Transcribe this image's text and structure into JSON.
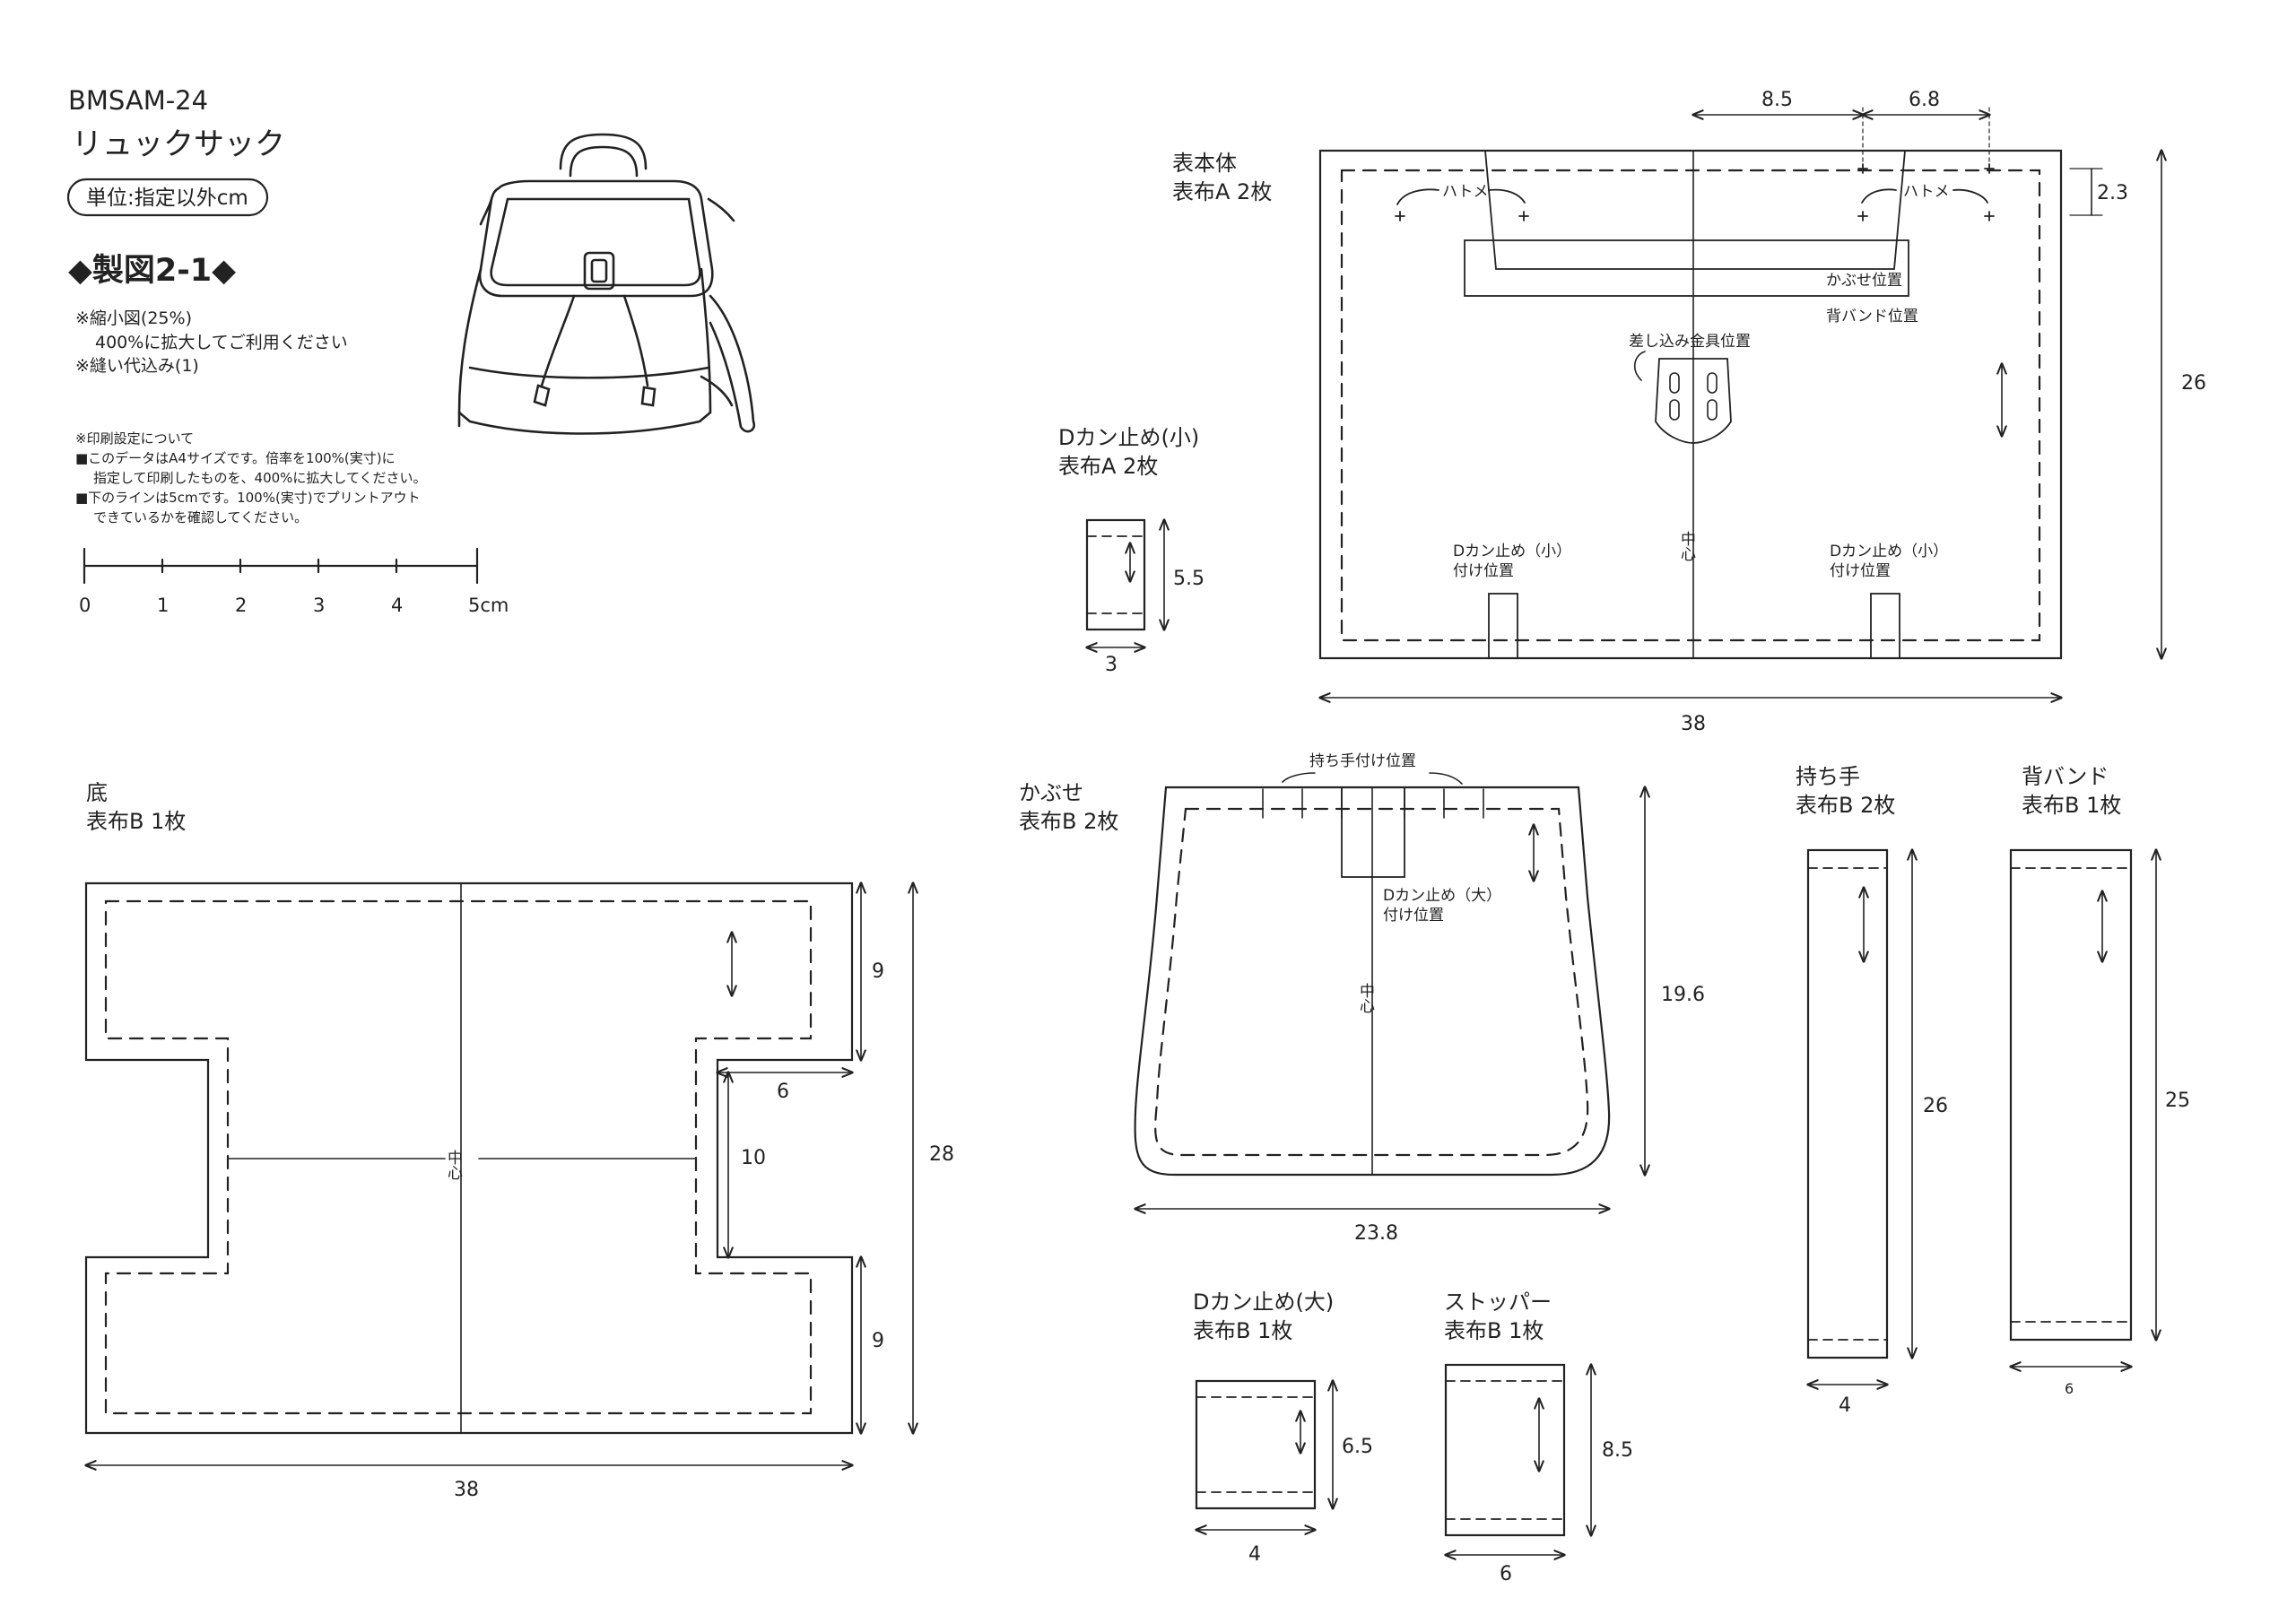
{
  "header": {
    "code": "BMSAM-24",
    "title": "リュックサック",
    "unit_badge": "単位:指定以外cm",
    "section_title": "◆製図2-1◆",
    "notes": [
      "※縮小図(25%)",
      "400%に拡大してご利用ください",
      "※縫い代込み(1)"
    ],
    "print_settings": [
      "※印刷設定について",
      "■このデータはA4サイズです。倍率を100%(実寸)に",
      "指定して印刷したものを、400%に拡大してください。",
      "■下のラインは5cmです。100%(実寸)でプリントアウト",
      "できているかを確認してください。"
    ],
    "scale_ticks": [
      "0",
      "1",
      "2",
      "3",
      "4",
      "5cm"
    ]
  },
  "pieces": {
    "main_body": {
      "name": "表本体",
      "material": "表布A 2枚",
      "dim_top_left": "8.5",
      "dim_top_right": "6.8",
      "dim_right_small": "2.3",
      "dim_height": "26",
      "dim_width": "38",
      "eyelet_left": "ハトメ",
      "eyelet_right": "ハトメ",
      "flap_position": "かぶせ位置",
      "back_band_position": "背バンド位置",
      "clasp_position": "差し込み金具位置",
      "center": "中心",
      "dring_left": [
        "Dカン止め（小）",
        "付け位置"
      ],
      "dring_right": [
        "Dカン止め（小）",
        "付け位置"
      ]
    },
    "dring_small": {
      "name": "Dカン止め(小)",
      "material": "表布A 2枚",
      "dim_height": "5.5",
      "dim_width": "3"
    },
    "bottom": {
      "name": "底",
      "material": "表布B 1枚",
      "dim_9_top": "9",
      "dim_6": "6",
      "dim_10": "10",
      "dim_9_bottom": "9",
      "dim_28": "28",
      "dim_38": "38",
      "center": "中心"
    },
    "flap": {
      "name": "かぶせ",
      "material": "表布B 2枚",
      "handle_position": "持ち手付け位置",
      "dring_large": [
        "Dカン止め（大）",
        "付け位置"
      ],
      "center": "中心",
      "dim_height": "19.6",
      "dim_width": "23.8"
    },
    "handle": {
      "name": "持ち手",
      "material": "表布B 2枚",
      "dim_height": "26",
      "dim_width": "4"
    },
    "back_band": {
      "name": "背バンド",
      "material": "表布B 1枚",
      "dim_height": "25",
      "dim_width": "6"
    },
    "dring_large": {
      "name": "Dカン止め(大)",
      "material": "表布B 1枚",
      "dim_height": "6.5",
      "dim_width": "4"
    },
    "stopper": {
      "name": "ストッパー",
      "material": "表布B 1枚",
      "dim_height": "8.5",
      "dim_width": "6"
    }
  }
}
